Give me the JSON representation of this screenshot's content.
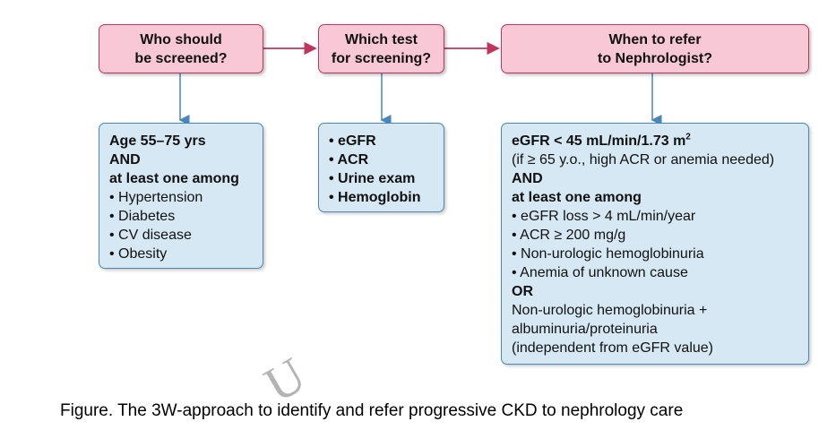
{
  "headers": {
    "who": [
      "Who should",
      "be screened?"
    ],
    "which": [
      "Which test",
      "for screening?"
    ],
    "when": [
      "When to refer",
      "to Nephrologist?"
    ]
  },
  "who_box": {
    "lines": [
      "Age 55–75 yrs",
      "AND",
      "at least one among",
      "• Hypertension",
      "• Diabetes",
      "• CV disease",
      "• Obesity"
    ]
  },
  "which_box": {
    "lines": [
      "• eGFR",
      "• ACR",
      "• Urine exam",
      "• Hemoglobin"
    ]
  },
  "when_box": {
    "egfr_main": "eGFR < 45 mL/min/1.73 m",
    "egfr_sup": "2",
    "lines": [
      "(if ≥ 65 y.o., high ACR or anemia needed)",
      "AND",
      "at least one among",
      "• eGFR loss > 4 mL/min/year",
      "• ACR ≥ 200 mg/g",
      "• Non-urologic hemoglobinuria",
      "• Anemia of unknown cause",
      "OR",
      "Non-urologic hemoglobinuria +",
      "albuminuria/proteinuria",
      "(independent from eGFR value)"
    ]
  },
  "caption": "Figure. The 3W-approach to identify and refer progressive CKD to nephrology care",
  "watermark": "U",
  "colors": {
    "pink_fill": "#f8c8d6",
    "pink_border": "#c0355e",
    "blue_fill": "#d5e8f4",
    "blue_border": "#4a86b8",
    "arrow_red": "#c0355e",
    "arrow_blue": "#4a86b8"
  }
}
